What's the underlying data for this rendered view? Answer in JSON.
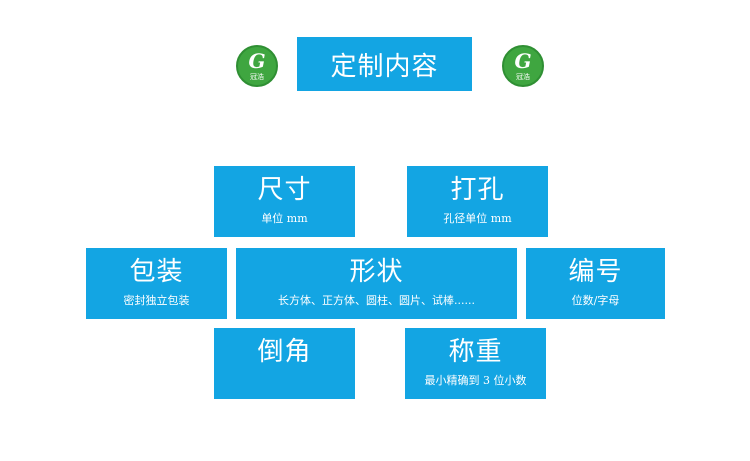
{
  "header": {
    "title": "定制内容",
    "logo_text": "冠浩",
    "logo_mark": "G"
  },
  "colors": {
    "card": "#13a5e3",
    "logo": "#3fa640",
    "text": "#ffffff"
  },
  "cards": [
    {
      "title": "尺寸",
      "subtitle": "单位 mm"
    },
    {
      "title": "打孔",
      "subtitle": "孔径单位 mm"
    },
    {
      "title": "包装",
      "subtitle": "密封独立包装"
    },
    {
      "title": "形状",
      "subtitle": "长方体、正方体、圆柱、圆片、试棒......"
    },
    {
      "title": "编号",
      "subtitle": "位数/字母"
    },
    {
      "title": "倒角",
      "subtitle": ""
    },
    {
      "title": "称重",
      "subtitle": "最小精确到 3 位小数"
    }
  ]
}
